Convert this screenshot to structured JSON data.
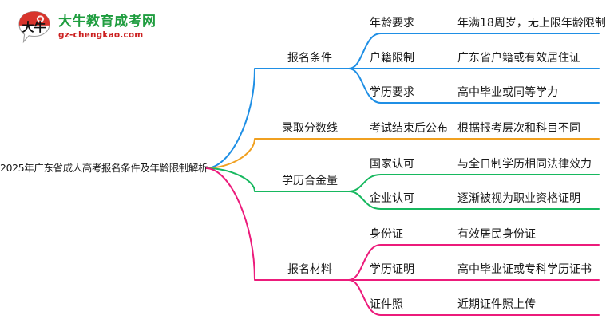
{
  "logo": {
    "mark_text": "大牛",
    "title": "大牛教育成考网",
    "subtitle": "gz-chengkao.com",
    "title_color": "#1f9d3f",
    "subtitle_color": "#cc2020",
    "mark_color": "#d32f2f"
  },
  "mindmap": {
    "root": "2025年广东省成人高考报名条件及年龄限制解析",
    "branches": [
      {
        "label": "报名条件",
        "color": "#1f8fe5",
        "children": [
          {
            "label": "年龄要求",
            "detail": "年满18周岁，无上限年龄限制"
          },
          {
            "label": "户籍限制",
            "detail": "广东省户籍或有效居住证"
          },
          {
            "label": "学历要求",
            "detail": "高中毕业或同等学力"
          }
        ]
      },
      {
        "label": "录取分数线",
        "color": "#f0a020",
        "children": [
          {
            "label": "考试结束后公布",
            "detail": "根据报考层次和科目不同"
          }
        ]
      },
      {
        "label": "学历合金量",
        "color": "#17b85f",
        "children": [
          {
            "label": "国家认可",
            "detail": "与全日制学历相同法律效力"
          },
          {
            "label": "企业认可",
            "detail": "逐渐被视为职业资格证明"
          }
        ]
      },
      {
        "label": "报名材料",
        "color": "#ec1b7b",
        "children": [
          {
            "label": "身份证",
            "detail": "有效居民身份证"
          },
          {
            "label": "学历证明",
            "detail": "高中毕业证或专科学历证书"
          },
          {
            "label": "证件照",
            "detail": "近期证件照上传"
          }
        ]
      }
    ]
  }
}
